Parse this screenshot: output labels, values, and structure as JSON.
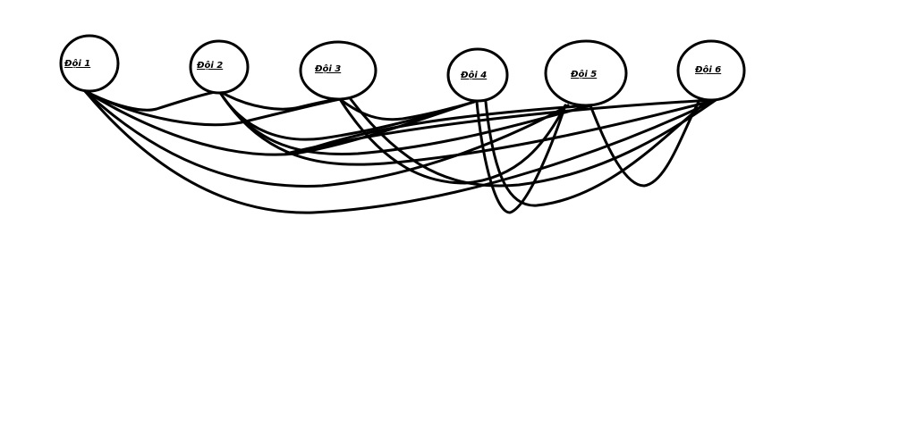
{
  "diagram": {
    "nodes": [
      {
        "id": "n1",
        "label": "Đội 1"
      },
      {
        "id": "n2",
        "label": "Đội 2"
      },
      {
        "id": "n3",
        "label": "Đội 3"
      },
      {
        "id": "n4",
        "label": "Đội 4"
      },
      {
        "id": "n5",
        "label": "Đội 5"
      },
      {
        "id": "n6",
        "label": "Đội 6"
      }
    ],
    "edges": [
      [
        "n1",
        "n2"
      ],
      [
        "n1",
        "n3"
      ],
      [
        "n1",
        "n4"
      ],
      [
        "n1",
        "n5"
      ],
      [
        "n1",
        "n6"
      ],
      [
        "n2",
        "n3"
      ],
      [
        "n2",
        "n4"
      ],
      [
        "n2",
        "n5"
      ],
      [
        "n2",
        "n6"
      ],
      [
        "n3",
        "n4"
      ],
      [
        "n3",
        "n5"
      ],
      [
        "n3",
        "n6"
      ],
      [
        "n4",
        "n5"
      ],
      [
        "n4",
        "n6"
      ],
      [
        "n5",
        "n6"
      ]
    ],
    "colors": {
      "stroke": "#000000",
      "background": "#ffffff"
    }
  }
}
